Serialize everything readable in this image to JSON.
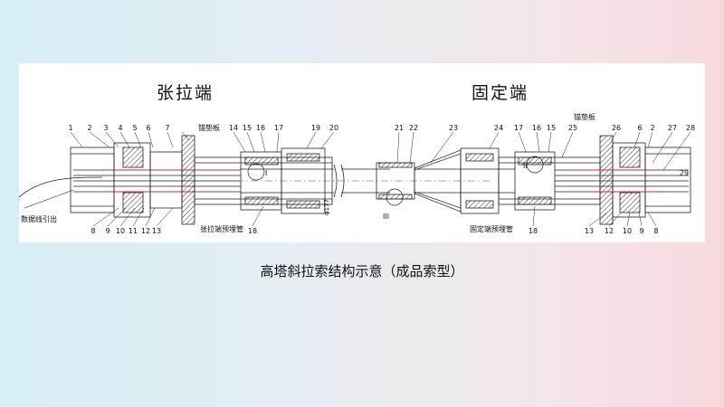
{
  "headings": {
    "tension_end": "张拉端",
    "fixed_end": "固定端"
  },
  "caption": "高塔斜拉索结构示意（成品索型）",
  "labels": {
    "anchor_plate_left": "锚垫板",
    "anchor_plate_right": "锚垫板",
    "data_cable": "数据线引出",
    "tension_pipe": "张拉端预埋管",
    "fixed_pipe": "固定端预埋管",
    "dim": "φ177",
    "detail_1": "I",
    "detail_2": "II",
    "detail_3": "III"
  },
  "callouts_top_left": [
    "1",
    "2",
    "3",
    "4",
    "5",
    "6",
    "7",
    "14",
    "15",
    "16",
    "17",
    "19",
    "20"
  ],
  "callouts_bottom_left": [
    "8",
    "9",
    "10",
    "11",
    "12",
    "13",
    "18"
  ],
  "callouts_top_right": [
    "21",
    "22",
    "23",
    "24",
    "17",
    "16",
    "15",
    "25",
    "26",
    "6",
    "2",
    "27",
    "28"
  ],
  "callouts_bottom_right": [
    "18",
    "13",
    "12",
    "10",
    "9",
    "8"
  ],
  "callout_side_right": [
    "29"
  ],
  "colors": {
    "line": "#222222",
    "hatch": "#333333",
    "red": "#d7262b",
    "accent": "#2a4fd0"
  }
}
